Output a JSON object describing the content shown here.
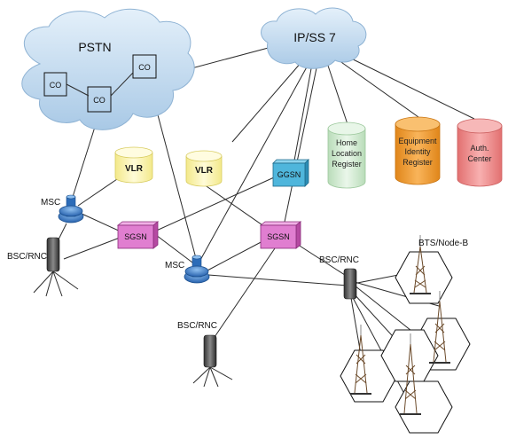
{
  "clouds": {
    "pstn": "PSTN",
    "ipss7": "IP/SS 7"
  },
  "central_offices": [
    "CO",
    "CO",
    "CO"
  ],
  "databases": {
    "hlr": [
      "Home",
      "Location",
      "Register"
    ],
    "eir": [
      "Equipment",
      "Identity",
      "Register"
    ],
    "auc": [
      "Auth.",
      "Center"
    ],
    "vlr_left": "VLR",
    "vlr_right": "VLR"
  },
  "nodes": {
    "ggsn": "GGSN",
    "sgsn_left": "SGSN",
    "sgsn_right": "SGSN",
    "msc_left": "MSC",
    "msc_center": "MSC",
    "bsc_left": "BSC/RNC",
    "bsc_center": "BSC/RNC",
    "bsc_right": "BSC/RNC",
    "bts_title": "BTS/Node-B"
  },
  "colors": {
    "cloud": "#c4dcef",
    "vlr": "#fdf6b0",
    "hlr": "#d3ecd3",
    "eir": "#f39c2a",
    "auc": "#f08a8a",
    "ggsn": "#4fb6dc",
    "sgsn": "#e07ed0",
    "msc": "#3a78c4"
  }
}
